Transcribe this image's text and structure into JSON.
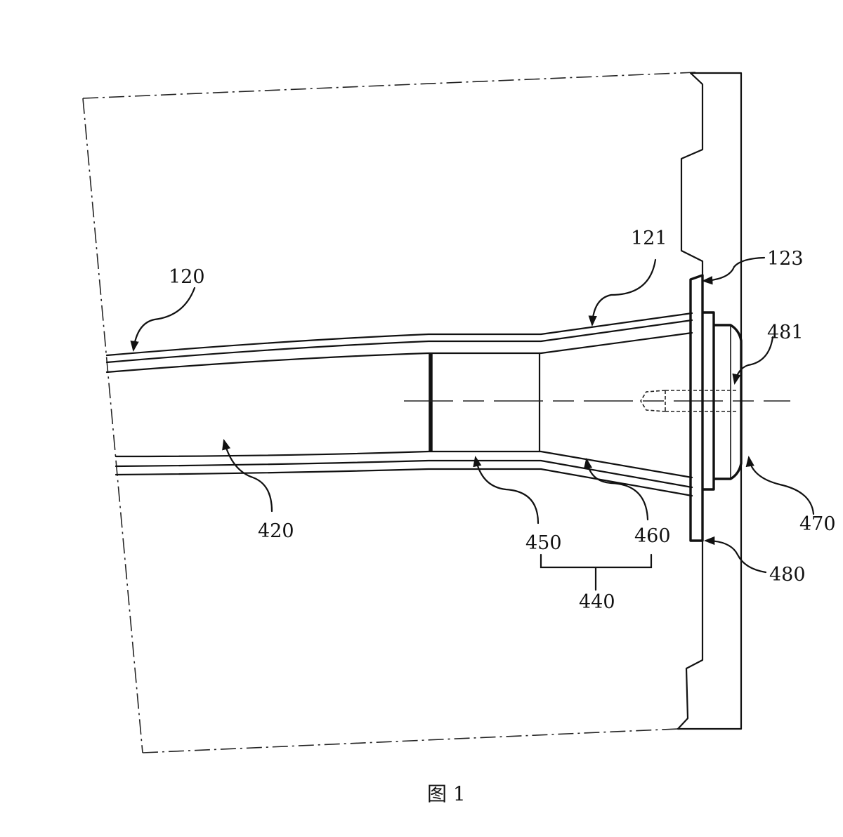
{
  "figure": {
    "caption": "图 1",
    "type": "patent-drawing"
  },
  "labels": {
    "l120": "120",
    "l121": "121",
    "l123": "123",
    "l420": "420",
    "l440": "440",
    "l450": "450",
    "l460": "460",
    "l470": "470",
    "l480": "480",
    "l481": "481"
  },
  "components": [
    {
      "ref": "120",
      "part": "upper-wall-tube"
    },
    {
      "ref": "121",
      "part": "tapered-section"
    },
    {
      "ref": "123",
      "part": "flange-plate"
    },
    {
      "ref": "420",
      "part": "inner-cavity"
    },
    {
      "ref": "440",
      "part": "assembly-group",
      "members": [
        "450",
        "460"
      ]
    },
    {
      "ref": "450",
      "part": "straight-segment"
    },
    {
      "ref": "460",
      "part": "flared-segment"
    },
    {
      "ref": "470",
      "part": "end-cap"
    },
    {
      "ref": "480",
      "part": "mounting-plate"
    },
    {
      "ref": "481",
      "part": "bolt"
    }
  ]
}
